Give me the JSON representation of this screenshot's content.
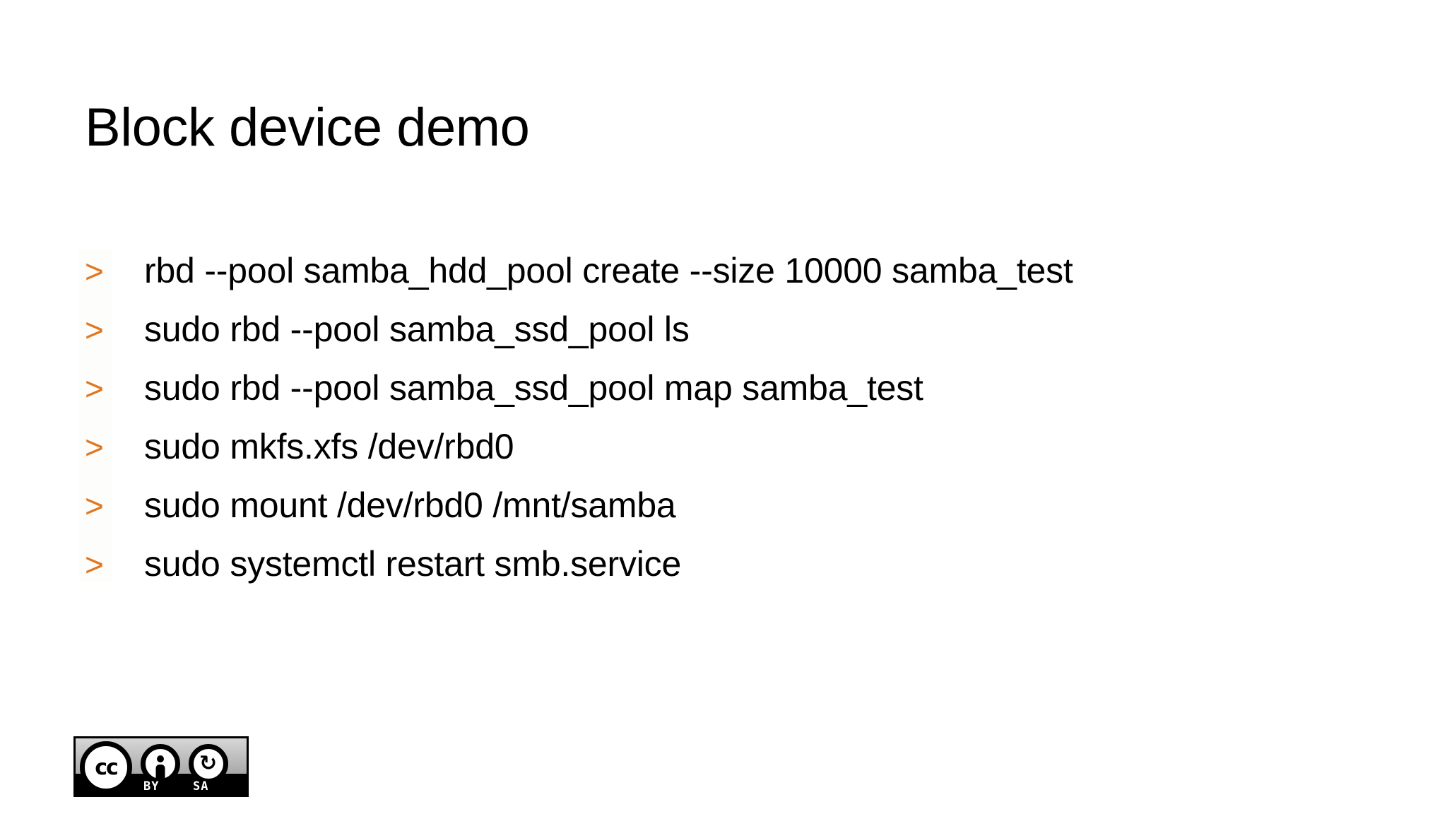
{
  "slide": {
    "title": "Block device demo",
    "background_color": "#ffffff",
    "title_color": "#000000",
    "bullet_color": "#e3761c",
    "text_color": "#000000",
    "bullet_glyph": ">",
    "commands": [
      {
        "bullet": ">",
        "text": "rbd --pool samba_hdd_pool create --size 10000 samba_test"
      },
      {
        "bullet": ">",
        "text": "sudo rbd --pool samba_ssd_pool ls"
      },
      {
        "bullet": ">",
        "text": "sudo rbd --pool samba_ssd_pool map samba_test"
      },
      {
        "bullet": ">",
        "text": "sudo mkfs.xfs /dev/rbd0"
      },
      {
        "bullet": ">",
        "text": "sudo mount /dev/rbd0 /mnt/samba"
      },
      {
        "bullet": ">",
        "text": "sudo systemctl restart smb.service"
      }
    ]
  },
  "license_badge": {
    "name": "creative-commons-by-sa",
    "cc_text": "cc",
    "by_label": "BY",
    "sa_label": "SA",
    "sa_glyph": "↺"
  }
}
